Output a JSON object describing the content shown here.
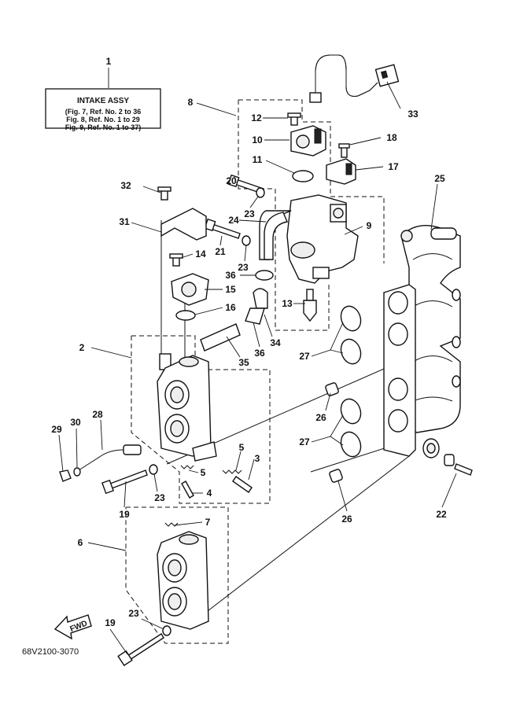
{
  "intake_box": {
    "title": "INTAKE ASSY",
    "lines": [
      "(Fig. 7, Ref. No. 2 to 36",
      "Fig. 8, Ref. No. 1 to 29",
      "Fig. 9, Ref. No. 1 to 37)"
    ]
  },
  "callouts": [
    "1",
    "2",
    "3",
    "4",
    "5",
    "5",
    "6",
    "7",
    "8",
    "9",
    "10",
    "11",
    "12",
    "13",
    "14",
    "15",
    "16",
    "17",
    "18",
    "19",
    "19",
    "20",
    "21",
    "22",
    "23",
    "23",
    "23",
    "23",
    "24",
    "25",
    "26",
    "26",
    "27",
    "27",
    "28",
    "29",
    "30",
    "31",
    "32",
    "33",
    "34",
    "35",
    "36",
    "36"
  ],
  "fwd_label": "FWD",
  "diagram_code": "68V2100-3070"
}
